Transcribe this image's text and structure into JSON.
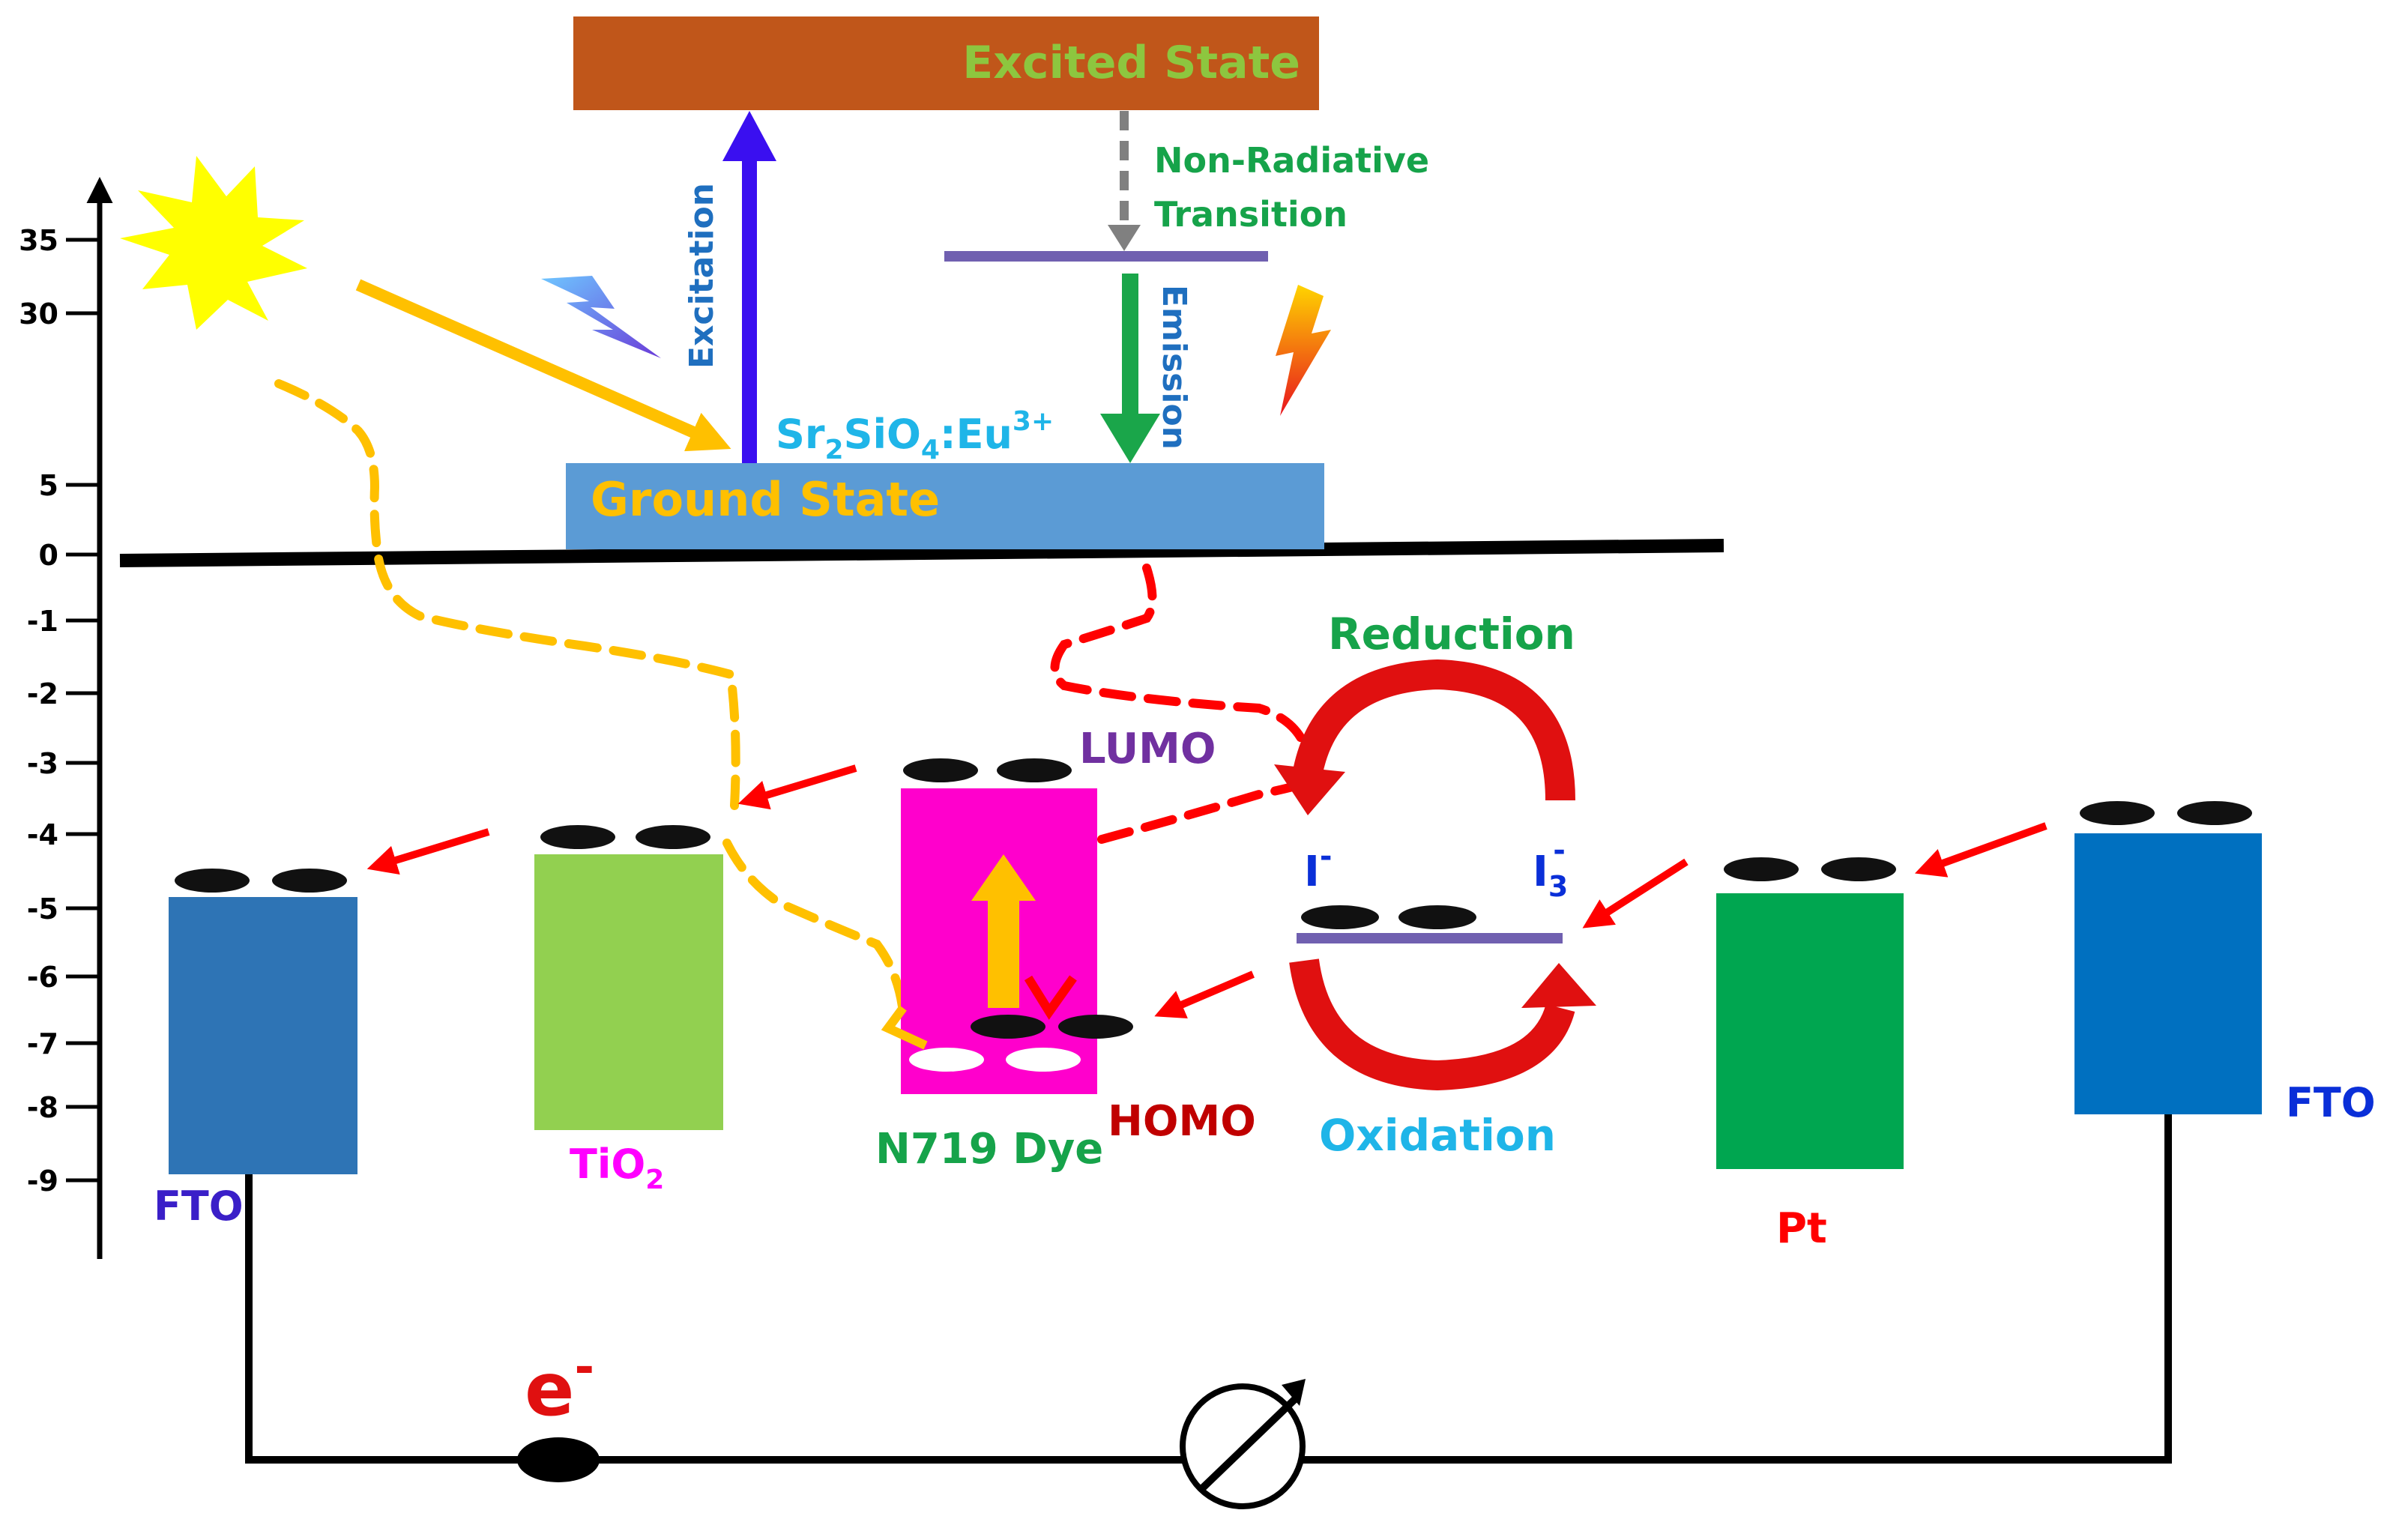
{
  "axis": {
    "ticks": [
      "35",
      "30",
      "5",
      "0",
      "-1",
      "-2",
      "-3",
      "-4",
      "-5",
      "-6",
      "-7",
      "-8",
      "-9"
    ]
  },
  "labels": {
    "excited_state": "Excited State",
    "ground_state": "Ground State",
    "excitation": "Excitation",
    "emission": "Emission",
    "non_radiative_line1": "Non-Radiative",
    "non_radiative_line2": "Transition",
    "phosphor_base1": "Sr",
    "phosphor_sub1": "2",
    "phosphor_base2": "SiO",
    "phosphor_sub2": "4",
    "phosphor_base3": ":Eu",
    "phosphor_sup": "3+",
    "lumo": "LUMO",
    "homo": "HOMO",
    "reduction": "Reduction",
    "oxidation": "Oxidation",
    "iodide": "I",
    "iodide_sup": "-",
    "triiodide": "I",
    "triiodide_sub": "3",
    "triiodide_sup": "-",
    "fto_left": "FTO",
    "fto_right": "FTO",
    "tio2_base": "TiO",
    "tio2_sub": "2",
    "dye": "N719 Dye",
    "pt": "Pt",
    "electron": "e",
    "electron_sup": "-"
  },
  "colors": {
    "excited_box": "#c0561a",
    "excited_text": "#8dc63f",
    "ground_box": "#5b9bd5",
    "ground_text": "#ffc000",
    "excitation_arrow": "#3a0ff0",
    "emission_arrow": "#1aa64a",
    "blue_label": "#1f6fbf",
    "green_label": "#16a34a",
    "cyan_label": "#1fb5e8",
    "purple_label": "#7030a0",
    "dark_red_label": "#c00000",
    "red": "#ff0000",
    "magenta": "#ff00ff",
    "yellow": "#ffc000",
    "fto_left_fill": "#2e74b5",
    "tio2_fill": "#92d050",
    "dye_fill": "#ff00cc",
    "pt_fill": "#00a650",
    "fto_right_fill": "#0070c0",
    "fto_text": "#3a1fc8",
    "fto_right_text": "#0a2fd8"
  },
  "icons": [
    "sun-icon",
    "lightning-blue-icon",
    "lightning-orange-icon",
    "ammeter-icon"
  ]
}
